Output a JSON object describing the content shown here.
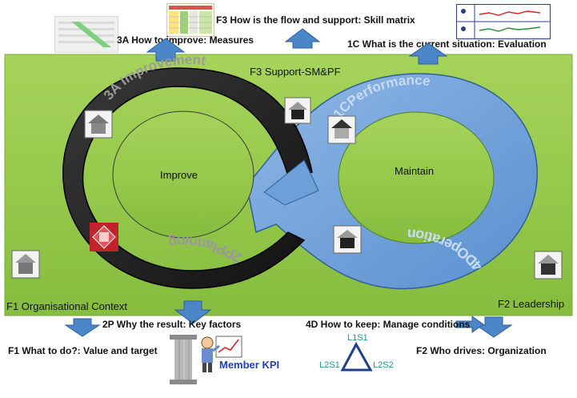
{
  "diagram": {
    "top_labels": {
      "f3_question": "F3 How is the flow  and support: Skill matrix",
      "a3_question": "3A How to improve: Measures",
      "c1_question": "1C What is the current situation: Evaluation"
    },
    "panel": {
      "support_label": "F3 Support-SM&PF",
      "context_label": "F1 Organisational Context",
      "leadership_label": "F2 Leadership"
    },
    "loops": {
      "left_center": "Improve",
      "right_center": "Maintain",
      "improvement": "3A Improvement",
      "performance": "1CPerformance",
      "planning": "2PPlanning",
      "operation": "4DOperation"
    },
    "bottom_labels": {
      "p2_question": "2P Why the result: Key factors",
      "d4_question": "4D How to keep:  Manage conditions",
      "f1_question": "F1 What to do?:   Value and target",
      "f2_question": "F2 Who drives: Organization",
      "member_kpi": "Member KPI"
    },
    "triangle": {
      "top": "L1S1",
      "left": "L2S1",
      "right": "L2S2"
    },
    "colors": {
      "panel_green": "#94c94a",
      "arrow_blue": "#4a86c8",
      "loop_dark": "#1e1e1e",
      "loop_blue": "#6d9fd8",
      "kpi_text": "#1f3fbf",
      "triangle_text": "#1c9a8a"
    }
  }
}
